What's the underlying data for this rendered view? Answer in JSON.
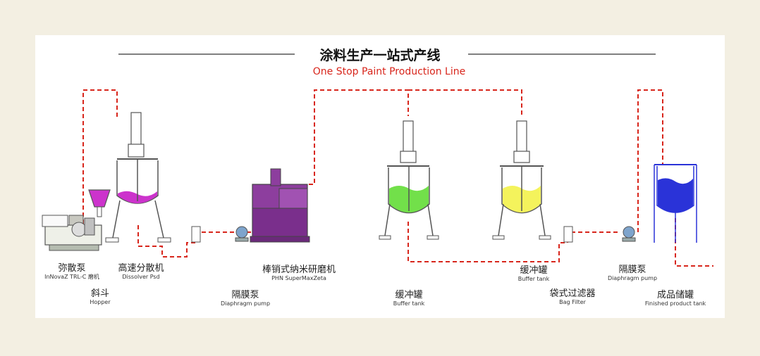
{
  "title": {
    "cn": "涂料生产一站式产线",
    "en": "One Stop Paint Production Line"
  },
  "colors": {
    "pipe": "#d8261c",
    "outline": "#555555",
    "magenta": "#cc33cc",
    "purple": "#8d3e9e",
    "green": "#72e04a",
    "yellow": "#f4f35c",
    "blue": "#2a33d8",
    "background": "#f3efe2"
  },
  "labels": [
    {
      "cn": "弥散泵",
      "en": "InNovaZ TRL-C 磨机"
    },
    {
      "cn": "斜斗",
      "en": "Hopper"
    },
    {
      "cn": "高速分散机",
      "en": "Dissolver Psd"
    },
    {
      "cn": "隔膜泵",
      "en": "Diaphragm pump"
    },
    {
      "cn": "棒销式纳米研磨机",
      "en": "PHN SuperMaxZeta"
    },
    {
      "cn": "缓冲罐",
      "en": "Buffer tank"
    },
    {
      "cn": "缓冲罐",
      "en": "Buffer tank"
    },
    {
      "cn": "袋式过滤器",
      "en": "Bag Filter"
    },
    {
      "cn": "隔膜泵",
      "en": "Diaphragm pump"
    },
    {
      "cn": "成品储罐",
      "en": "Finished product tank"
    }
  ]
}
